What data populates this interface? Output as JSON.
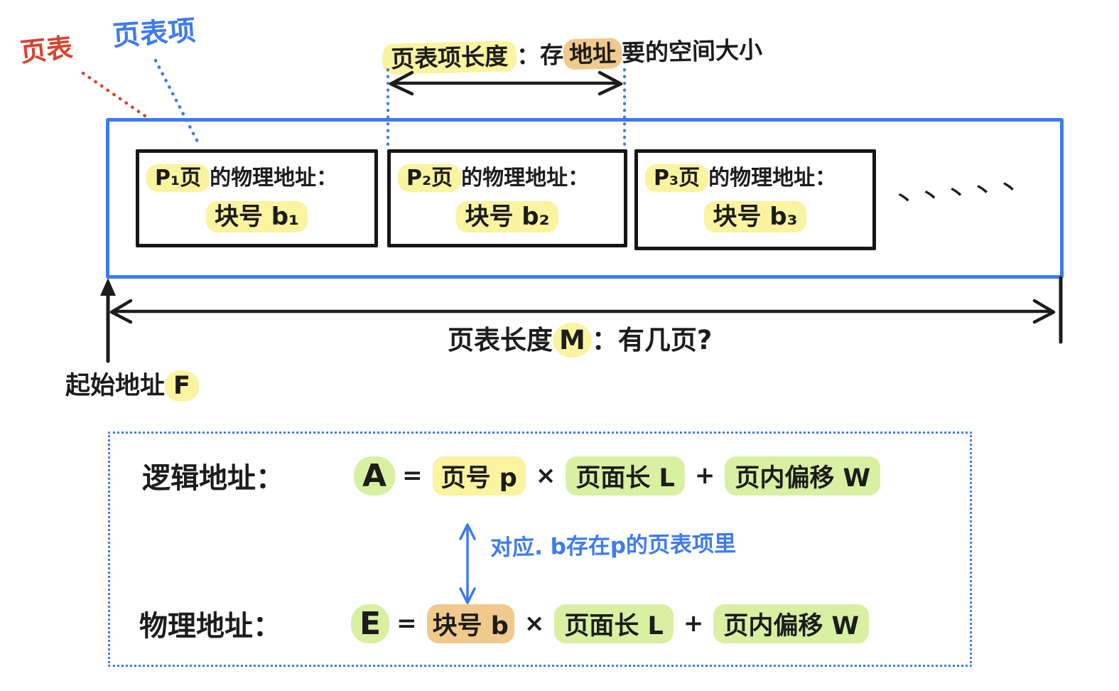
{
  "colors": {
    "ink": "#1c1c1c",
    "pen_blue": "#3d7bf0",
    "pen_red": "#d8432e",
    "highlight_yellow": "#faf3a0",
    "highlight_orange": "#f0ca8c",
    "highlight_green": "#d9f0a3"
  },
  "labels": {
    "page_table": "页表",
    "page_table_entry": "页表项"
  },
  "entry_length_note": {
    "highlighted": "页表项长度",
    "mid": "：存",
    "addr": "地址",
    "rest": "要的空间大小"
  },
  "page_table_box": {
    "entries": [
      {
        "page": "P₁页",
        "title_rest": "的物理地址：",
        "value": "块号 b₁"
      },
      {
        "page": "P₂页",
        "title_rest": "的物理地址：",
        "value": "块号 b₂"
      },
      {
        "page": "P₃页",
        "title_rest": "的物理地址：",
        "value": "块号 b₃"
      }
    ],
    "ellipsis": "丶丶丶丶丶"
  },
  "table_length_note": {
    "prefix": "页表长度",
    "var": "M",
    "suffix": "：有几页?"
  },
  "start_address": {
    "prefix": "起始地址",
    "var": "F"
  },
  "formula_box": {
    "logical": {
      "label": "逻辑地址：",
      "lhs": "A",
      "eq": "=",
      "term1": "页号 p",
      "op1": "×",
      "term2": "页面长 L",
      "op2": "+",
      "term3": "页内偏移 W"
    },
    "mapping_note": "对应. b存在p的页表项里",
    "physical": {
      "label": "物理地址：",
      "lhs": "E",
      "eq": "=",
      "term1": "块号 b",
      "op1": "×",
      "term2": "页面长 L",
      "op2": "+",
      "term3": "页内偏移 W"
    }
  }
}
